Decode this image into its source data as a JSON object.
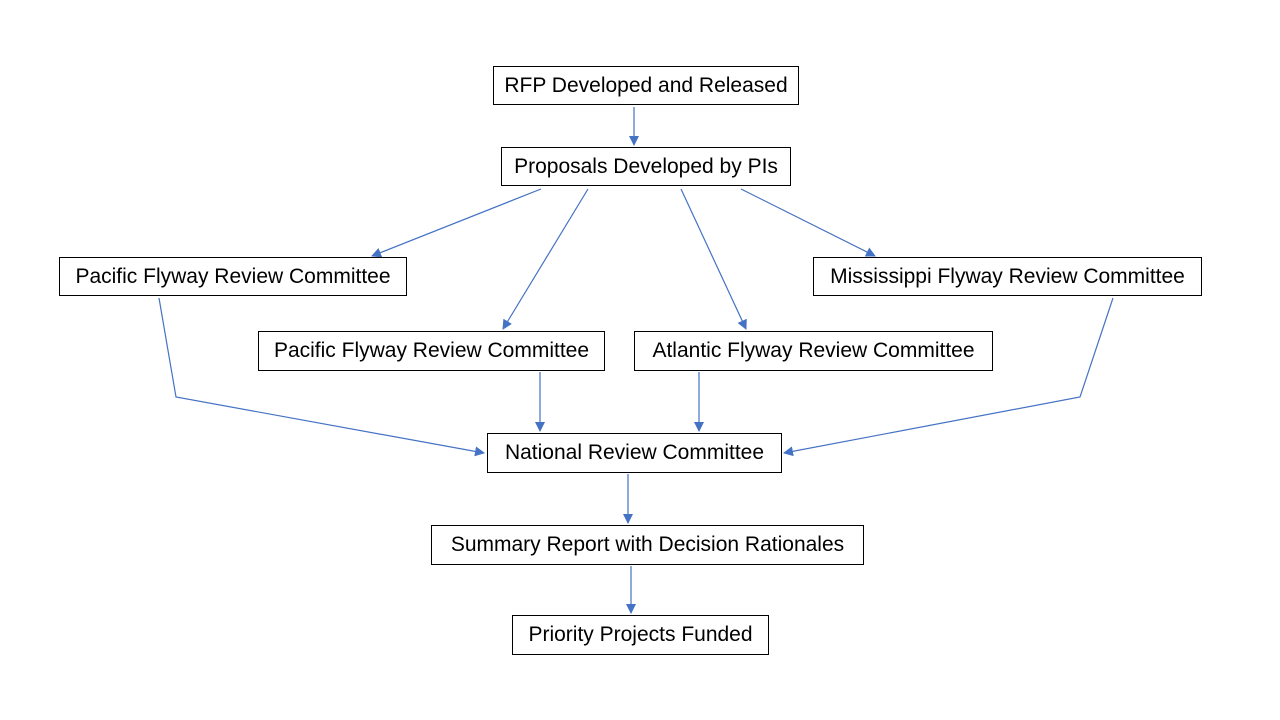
{
  "diagram": {
    "edge_color": "#4472C4",
    "nodes": {
      "rfp": "RFP Developed and Released",
      "proposals": "Proposals Developed by PIs",
      "pacific_1": "Pacific Flyway Review Committee",
      "mississippi": "Mississippi Flyway Review Committee",
      "pacific_2": "Pacific Flyway Review Committee",
      "atlantic": "Atlantic Flyway Review Committee",
      "national": "National Review Committee",
      "summary": "Summary Report with Decision Rationales",
      "priority": "Priority Projects Funded"
    },
    "edges": [
      [
        "rfp",
        "proposals"
      ],
      [
        "proposals",
        "pacific_1"
      ],
      [
        "proposals",
        "pacific_2"
      ],
      [
        "proposals",
        "atlantic"
      ],
      [
        "proposals",
        "mississippi"
      ],
      [
        "pacific_1",
        "national"
      ],
      [
        "pacific_2",
        "national"
      ],
      [
        "atlantic",
        "national"
      ],
      [
        "mississippi",
        "national"
      ],
      [
        "national",
        "summary"
      ],
      [
        "summary",
        "priority"
      ]
    ]
  }
}
